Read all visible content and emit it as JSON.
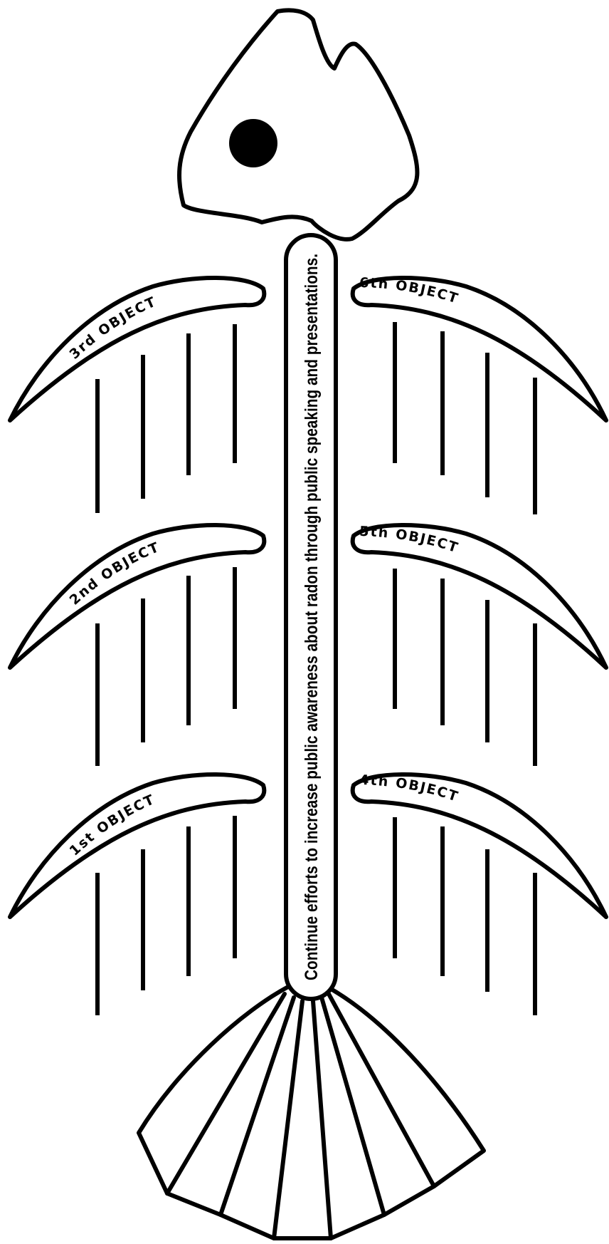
{
  "diagram": {
    "type": "fishbone",
    "spine_text": "Continue efforts to increase public awareness about radon through public speaking and presentations.",
    "bones": [
      {
        "label": "1st OBJECT",
        "side": "left"
      },
      {
        "label": "2nd OBJECT",
        "side": "left"
      },
      {
        "label": "3rd OBJECT",
        "side": "left"
      },
      {
        "label": "4th OBJECT",
        "side": "right"
      },
      {
        "label": "5th OBJECT",
        "side": "right"
      },
      {
        "label": "6th OBJECT",
        "side": "right"
      }
    ],
    "colors": {
      "line": "#000000",
      "fill": "#ffffff",
      "eye": "#000000"
    }
  }
}
